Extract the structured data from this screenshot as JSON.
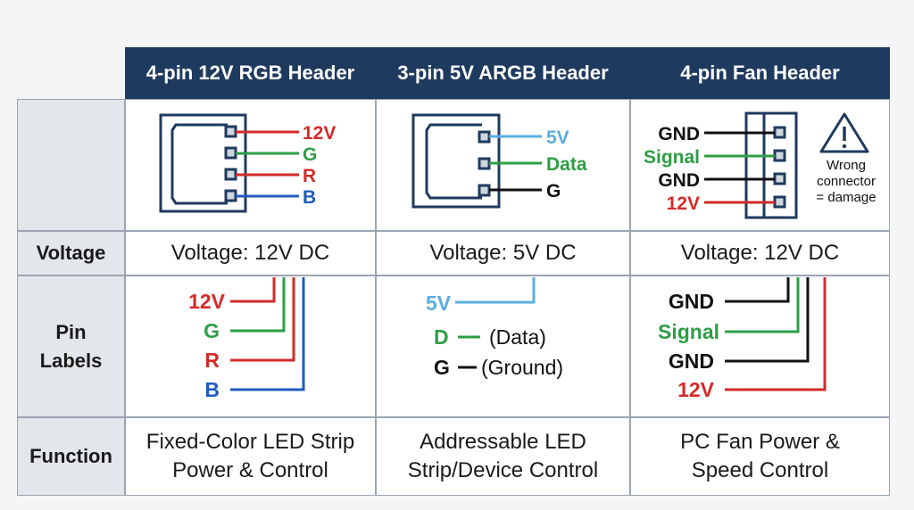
{
  "headers": {
    "col1": "4-pin 12V RGB Header",
    "col2": "3-pin 5V ARGB Header",
    "col3": "4-pin Fan Header"
  },
  "rows": {
    "voltage": "Voltage",
    "pin_labels": [
      "Pin",
      "Labels"
    ],
    "function": "Function"
  },
  "voltage": {
    "col1": "Voltage: 12V DC",
    "col2": "Voltage: 5V DC",
    "col3": "Voltage: 12V DC"
  },
  "diagram": {
    "rgb_pins": [
      "12V",
      "G",
      "R",
      "B"
    ],
    "argb_pins": [
      "5V",
      "Data",
      "G"
    ],
    "fan_pins": [
      "GND",
      "Signal",
      "GND",
      "12V"
    ],
    "warning": [
      "Wrong",
      "connector",
      "= damage"
    ]
  },
  "pin_labels": {
    "rgb": [
      "12V",
      "G",
      "R",
      "B"
    ],
    "argb": [
      {
        "pin": "5V",
        "note": ""
      },
      {
        "pin": "D",
        "note": "(Data)"
      },
      {
        "pin": "G",
        "note": "(Ground)"
      }
    ],
    "fan": [
      "GND",
      "Signal",
      "GND",
      "12V"
    ]
  },
  "function": {
    "col1": [
      "Fixed-Color LED Strip",
      "Power & Control"
    ],
    "col2": [
      "Addressable LED",
      "Strip/Device Control"
    ],
    "col3": [
      "PC Fan Power &",
      "Speed Control"
    ]
  },
  "colors": {
    "header_bg": "#1f3a5f",
    "red": "#d42a2a",
    "green": "#2e9e44",
    "blue": "#1f5bbf",
    "light_blue": "#5aaee0",
    "black": "#111111"
  }
}
